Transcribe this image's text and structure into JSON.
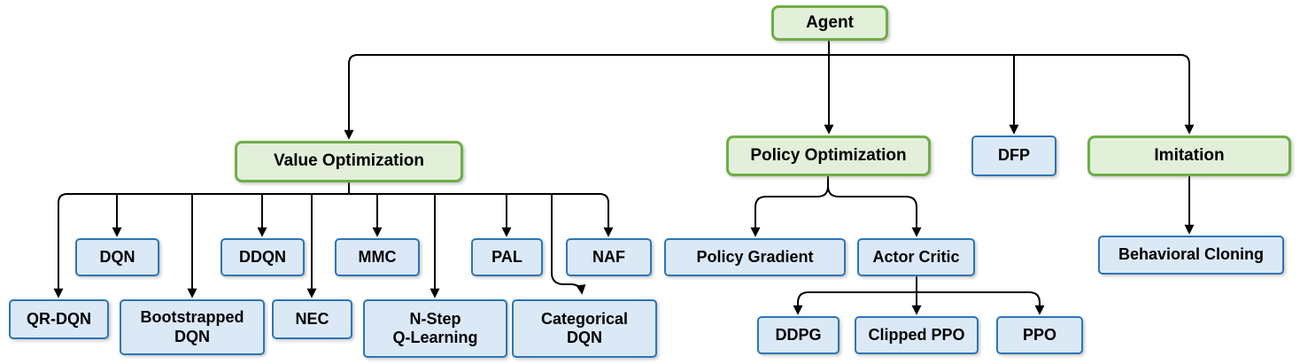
{
  "diagram": {
    "type": "hierarchy-tree",
    "colors": {
      "category_fill": "#e2efd9",
      "category_border": "#70ad47",
      "algorithm_fill": "#dbe9f7",
      "algorithm_border": "#2e75b6",
      "connector": "#000000",
      "text": "#000000"
    },
    "nodes": {
      "agent": {
        "label": "Agent",
        "kind": "category"
      },
      "value_optimization": {
        "label": "Value Optimization",
        "kind": "category"
      },
      "policy_optimization": {
        "label": "Policy Optimization",
        "kind": "category"
      },
      "dfp": {
        "label": "DFP",
        "kind": "algorithm"
      },
      "imitation": {
        "label": "Imitation",
        "kind": "category"
      },
      "dqn": {
        "label": "DQN",
        "kind": "algorithm"
      },
      "ddqn": {
        "label": "DDQN",
        "kind": "algorithm"
      },
      "mmc": {
        "label": "MMC",
        "kind": "algorithm"
      },
      "pal": {
        "label": "PAL",
        "kind": "algorithm"
      },
      "naf": {
        "label": "NAF",
        "kind": "algorithm"
      },
      "qr_dqn": {
        "label": "QR-DQN",
        "kind": "algorithm"
      },
      "bootstrapped_dqn": {
        "label": "Bootstrapped\nDQN",
        "kind": "algorithm"
      },
      "nec": {
        "label": "NEC",
        "kind": "algorithm"
      },
      "nstep_qlearning": {
        "label": "N-Step\nQ-Learning",
        "kind": "algorithm"
      },
      "categorical_dqn": {
        "label": "Categorical\nDQN",
        "kind": "algorithm"
      },
      "policy_gradient": {
        "label": "Policy Gradient",
        "kind": "algorithm"
      },
      "actor_critic": {
        "label": "Actor Critic",
        "kind": "algorithm"
      },
      "ddpg": {
        "label": "DDPG",
        "kind": "algorithm"
      },
      "clipped_ppo": {
        "label": "Clipped PPO",
        "kind": "algorithm"
      },
      "ppo": {
        "label": "PPO",
        "kind": "algorithm"
      },
      "behavioral_cloning": {
        "label": "Behavioral Cloning",
        "kind": "algorithm"
      }
    },
    "edges": [
      {
        "from": "Agent",
        "to": "Value Optimization"
      },
      {
        "from": "Agent",
        "to": "Policy Optimization"
      },
      {
        "from": "Agent",
        "to": "DFP"
      },
      {
        "from": "Agent",
        "to": "Imitation"
      },
      {
        "from": "Value Optimization",
        "to": "QR-DQN"
      },
      {
        "from": "Value Optimization",
        "to": "DQN"
      },
      {
        "from": "Value Optimization",
        "to": "Bootstrapped DQN"
      },
      {
        "from": "Value Optimization",
        "to": "DDQN"
      },
      {
        "from": "Value Optimization",
        "to": "NEC"
      },
      {
        "from": "Value Optimization",
        "to": "MMC"
      },
      {
        "from": "Value Optimization",
        "to": "N-Step Q-Learning"
      },
      {
        "from": "Value Optimization",
        "to": "PAL"
      },
      {
        "from": "Value Optimization",
        "to": "Categorical DQN"
      },
      {
        "from": "Value Optimization",
        "to": "NAF"
      },
      {
        "from": "Policy Optimization",
        "to": "Policy Gradient"
      },
      {
        "from": "Policy Optimization",
        "to": "Actor Critic"
      },
      {
        "from": "Actor Critic",
        "to": "DDPG"
      },
      {
        "from": "Actor Critic",
        "to": "Clipped PPO"
      },
      {
        "from": "Actor Critic",
        "to": "PPO"
      },
      {
        "from": "Imitation",
        "to": "Behavioral Cloning"
      }
    ]
  }
}
